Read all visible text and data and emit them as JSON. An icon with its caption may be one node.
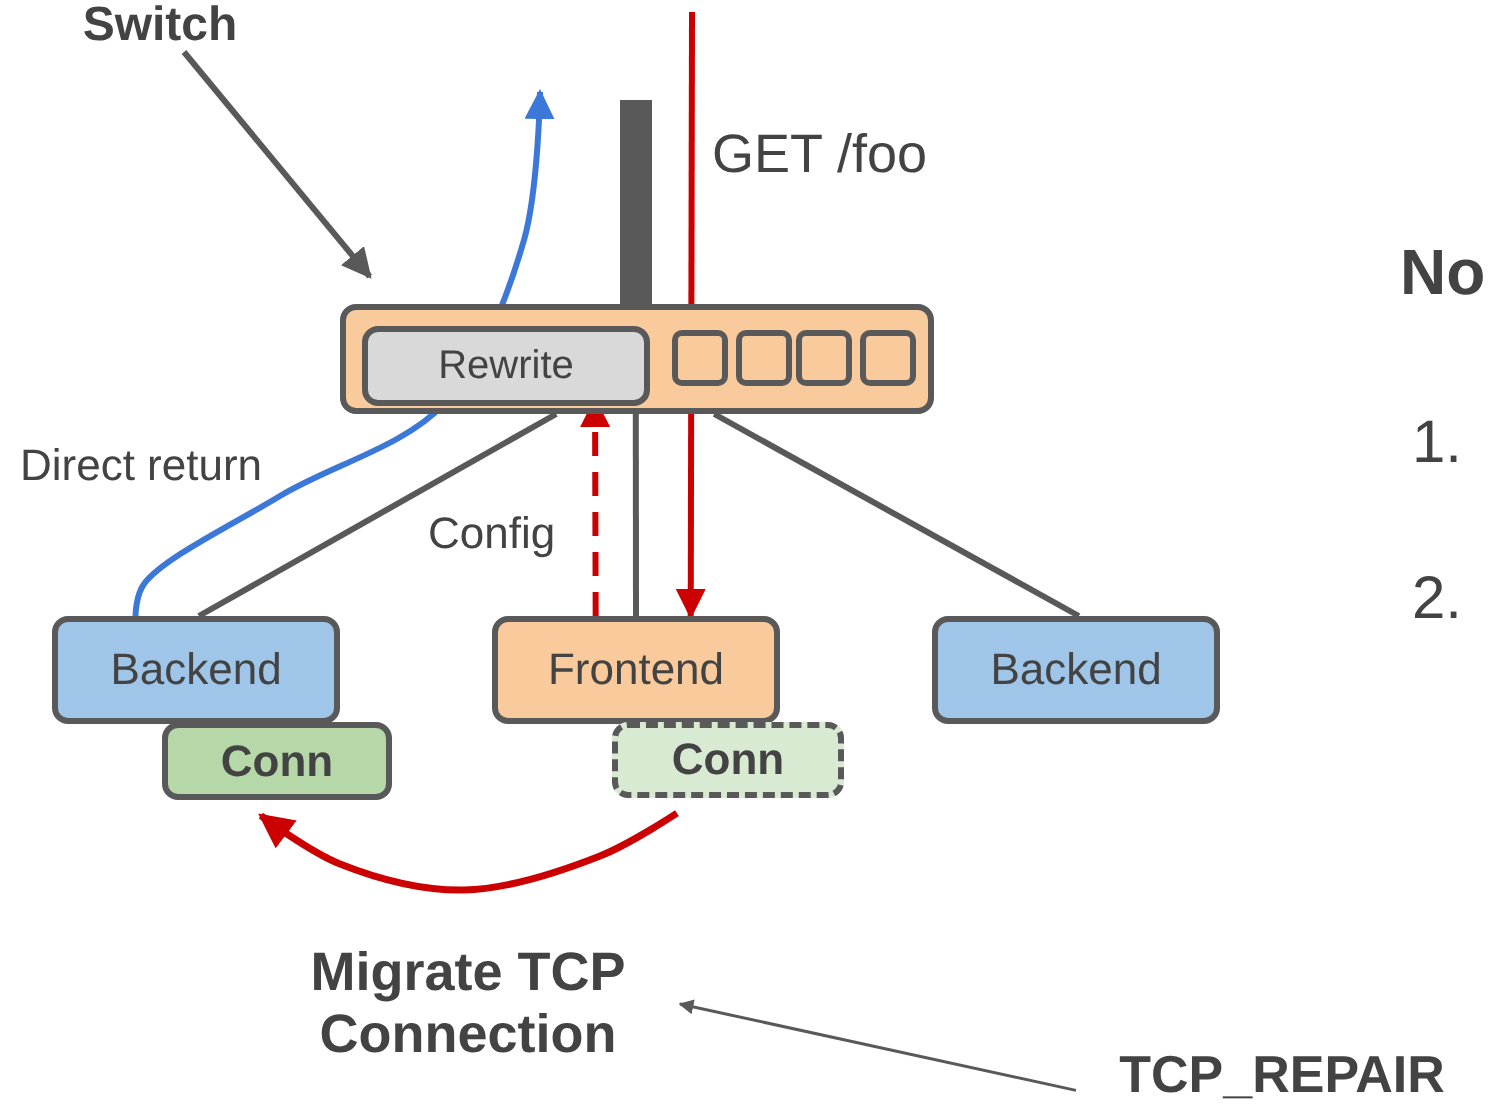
{
  "diagram": {
    "nodes": [
      {
        "text": [
          "Switch"
        ]
      },
      {
        "text": [],
        "shape": "box"
      },
      {
        "text": [
          "Rewrite"
        ],
        "in": 1
      },
      {
        "text": [
          "Backend"
        ]
      },
      {
        "text": [
          "Conn"
        ]
      },
      {
        "text": [
          "Frontend"
        ]
      },
      {
        "text": [
          "Conn"
        ]
      },
      {
        "text": [
          "Backend"
        ]
      },
      {
        "text": [
          "Migrate TCP Connection"
        ]
      },
      {
        "text": [
          "TCP_REPAIR"
        ]
      },
      {
        "text": [],
        "shape": "bar"
      }
    ],
    "edges": [
      {
        "from": 0,
        "to": 1,
        "arrow": "to"
      },
      {
        "from": 1,
        "to": 3,
        "arrow": "none"
      },
      {
        "from": 1,
        "to": 5,
        "arrow": "none"
      },
      {
        "from": 1,
        "to": 7,
        "arrow": "none"
      },
      {
        "from": 3,
        "to": null,
        "arrow": "to",
        "label": "Direct return",
        "color": "#3c78d8"
      },
      {
        "from": null,
        "to": 5,
        "arrow": "to",
        "label": "GET /foo",
        "color": "#cc0000"
      },
      {
        "from": 5,
        "to": 2,
        "arrow": "to",
        "label": "Config",
        "style": "dashed",
        "color": "#cc0000"
      },
      {
        "from": 6,
        "to": 4,
        "arrow": "to",
        "color": "#cc0000"
      },
      {
        "from": 9,
        "to": 8,
        "arrow": "to"
      }
    ],
    "labels": [
      "No",
      "1.",
      "2."
    ]
  }
}
